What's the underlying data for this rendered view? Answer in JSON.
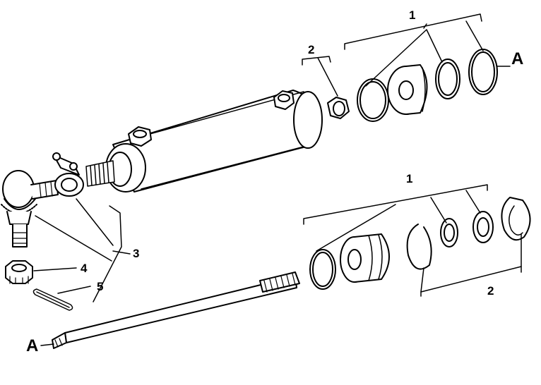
{
  "callouts": {
    "top_1": "1",
    "top_2": "2",
    "top_A": "A",
    "bottom_1": "1",
    "bottom_2": "2",
    "left_3": "3",
    "left_4": "4",
    "left_5": "5",
    "bottom_A": "A"
  },
  "colors": {
    "ink": "#000000",
    "paper": "#ffffff"
  }
}
